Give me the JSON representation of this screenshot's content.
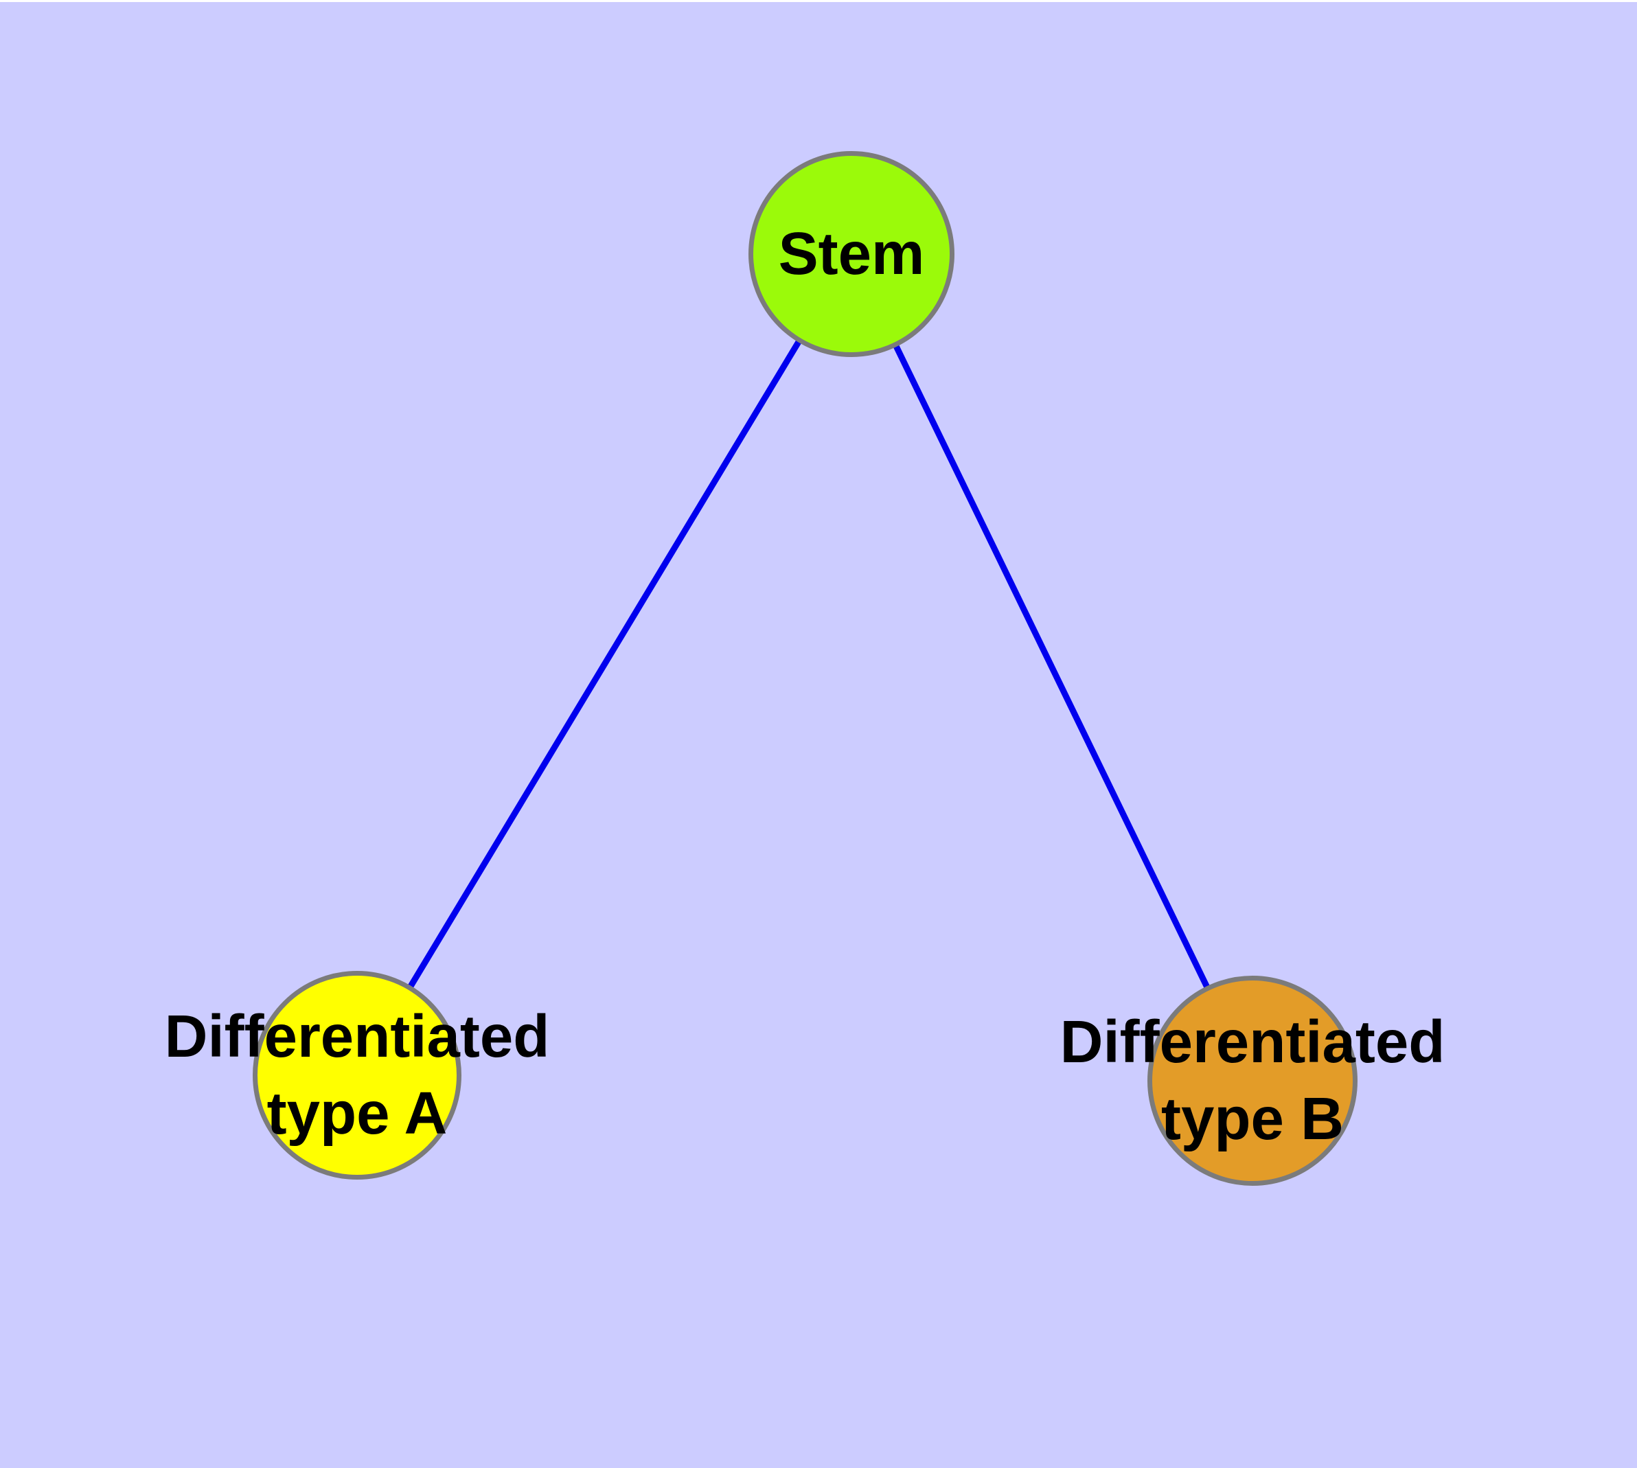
{
  "diagram": {
    "type": "graph",
    "description": "Stem cell differentiation graph",
    "background_color": "#CCCCFF",
    "edge_color": "#0000EE",
    "node_border_color": "#7B7B7B",
    "label_color": "#000000",
    "nodes": [
      {
        "id": "stem",
        "label": "Stem",
        "label_lines": [
          "Stem"
        ],
        "color": "#9BFA0A",
        "shape": "circle"
      },
      {
        "id": "differentiated-type-a",
        "label": "Differentiated type A",
        "label_lines": [
          "Differentiated",
          "type A"
        ],
        "color": "#FFFF00",
        "shape": "circle"
      },
      {
        "id": "differentiated-type-b",
        "label": "Differentiated type B",
        "label_lines": [
          "Differentiated",
          "type B"
        ],
        "color": "#E39C28",
        "shape": "circle"
      }
    ],
    "edges": [
      {
        "from": "stem",
        "to": "differentiated-type-a"
      },
      {
        "from": "stem",
        "to": "differentiated-type-b"
      }
    ]
  }
}
